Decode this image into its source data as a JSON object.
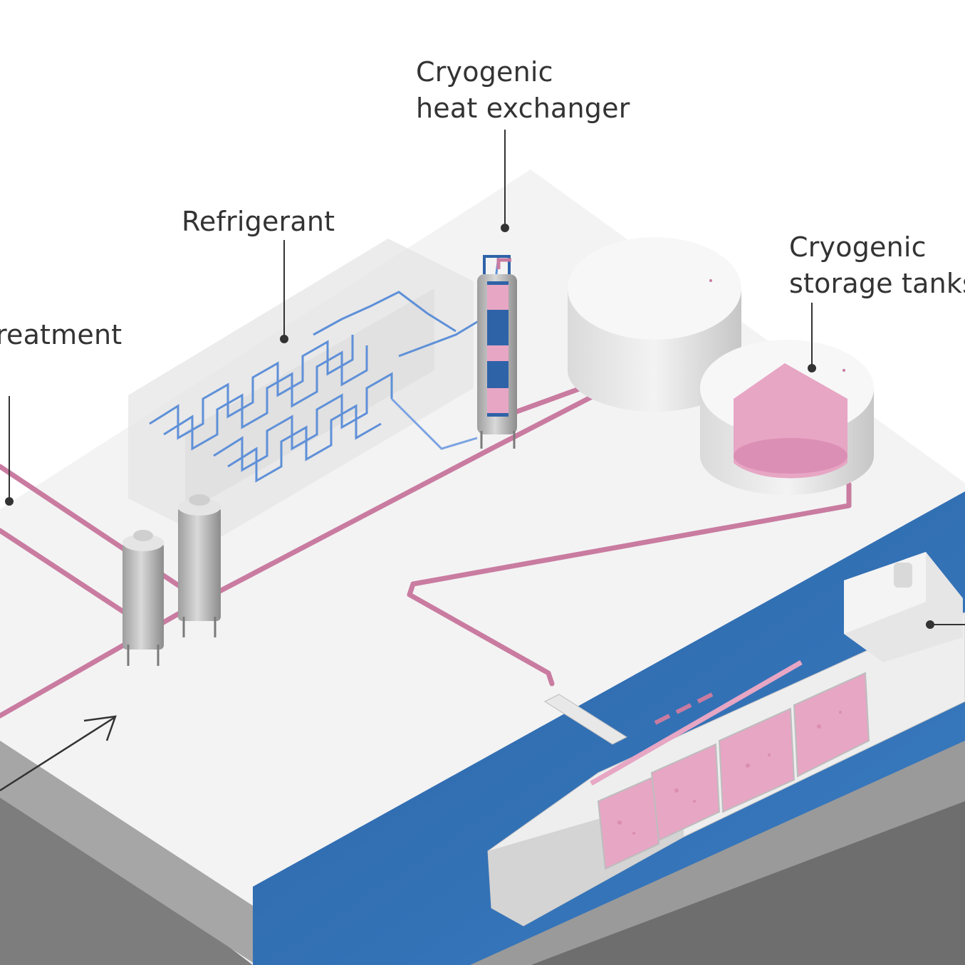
{
  "labels": {
    "cryogenic_heat_exchanger": "Cryogenic\nheat exchanger",
    "refrigerant": "Refrigerant",
    "cryogenic_storage_tanks": "Cryogenic\nstorage tanks",
    "treatment": "reatment"
  },
  "colors": {
    "ground": "#f1f1f1",
    "ground_side": "#8a8a8a",
    "water": "#2f6cb0",
    "pipe_pink": "#c97ba0",
    "lng_pink": "#e7a6c4",
    "refrigerant_blue": "#4f86d6",
    "leader_line": "#333333"
  }
}
